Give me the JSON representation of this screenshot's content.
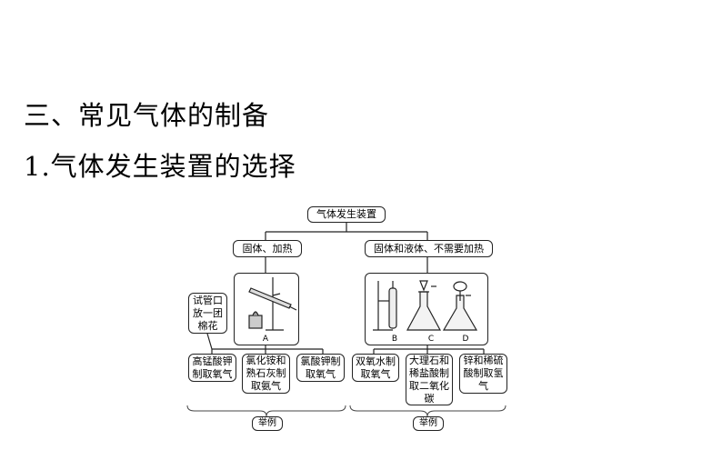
{
  "headings": {
    "section": "三、常见气体的制备",
    "subsection": "1.气体发生装置的选择"
  },
  "diagram": {
    "root": "气体发生装置",
    "branch_left": "固体、加热",
    "branch_right": "固体和液体、不需要加热",
    "note": "试管口放一团棉花",
    "apparatus_labels": [
      "A",
      "B",
      "C",
      "D"
    ],
    "examples_left": [
      "高锰酸钾制取氧气",
      "氯化铵和熟石灰制取氨气",
      "氯酸钾制取氧气"
    ],
    "examples_right": [
      "双氧水制取氧气",
      "大理石和稀盐酸制取二氧化碳",
      "锌和稀硫酸制取氢气"
    ],
    "caption_left": "举例",
    "caption_right": "举例"
  }
}
